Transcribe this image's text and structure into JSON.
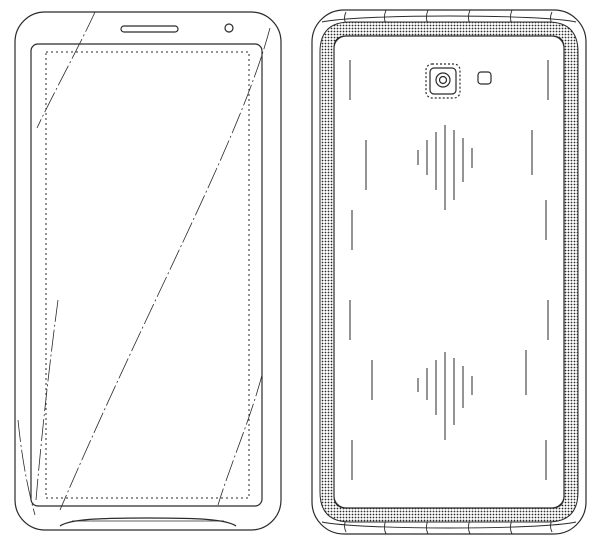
{
  "views": [
    {
      "id": "front-view",
      "kind": "front"
    },
    {
      "id": "rear-view",
      "kind": "rear"
    }
  ],
  "colors": {
    "line": "#2a2a2a",
    "paper": "#ffffff",
    "band_fill": "#b9b9b9"
  },
  "icons": {
    "front_camera": "circle-icon",
    "rear_camera": "camera-module-icon",
    "rear_flash": "flash-icon"
  }
}
